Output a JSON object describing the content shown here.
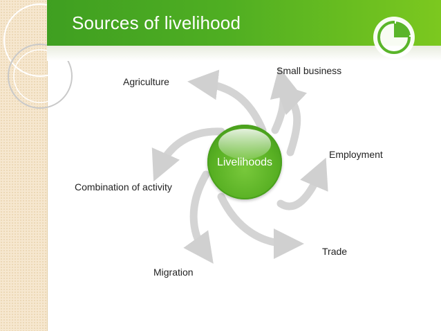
{
  "slide": {
    "title": "Sources of livelihood"
  },
  "diagram": {
    "center": "Livelihoods",
    "sources": [
      "Agriculture",
      "Small business",
      "Employment",
      "Trade",
      "Migration",
      "Combination of activity"
    ]
  },
  "colors": {
    "header_green": "#4fae22",
    "hub_green": "#58b023",
    "arrow_grey": "#d4d4d4",
    "sidebar": "#f6e7cf"
  },
  "icons": [
    "pie-chart-logo-icon",
    "ring-decoration-icon"
  ]
}
